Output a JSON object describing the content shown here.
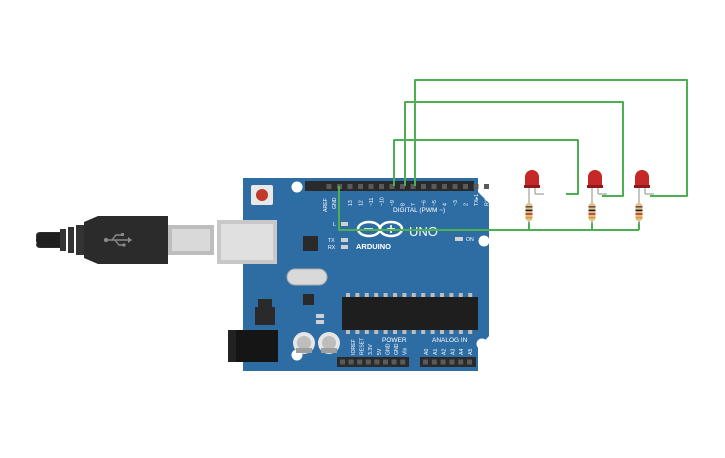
{
  "board": {
    "brand": "ARDUINO",
    "model": "UNO",
    "digital_label": "DIGITAL (PWM ~)",
    "power_label": "POWER",
    "analog_label": "ANALOG IN",
    "tx_label": "TX",
    "rx_label": "RX",
    "l_label": "L",
    "on_label": "ON",
    "aref_label": "AREF",
    "gnd_label": "GND",
    "digital_pins": [
      "13",
      "12",
      "~11",
      "~10",
      "~9",
      "8",
      "7",
      "~6",
      "~5",
      "4",
      "~3",
      "2",
      "TX▸1",
      "RX◂0"
    ],
    "power_pins": [
      "IOREF",
      "RESET",
      "3.3V",
      "5V",
      "GND",
      "GND",
      "Vin"
    ],
    "analog_pins": [
      "A0",
      "A1",
      "A2",
      "A3",
      "A4",
      "A5"
    ]
  },
  "colors": {
    "board": "#2e6da4",
    "wire": "#4caf50",
    "led": "#c62828",
    "header": "#2a2a2a",
    "usb": "#2b2b2b"
  },
  "components": {
    "usb_icon": "usb-icon",
    "leds": 3,
    "resistors": 3
  }
}
